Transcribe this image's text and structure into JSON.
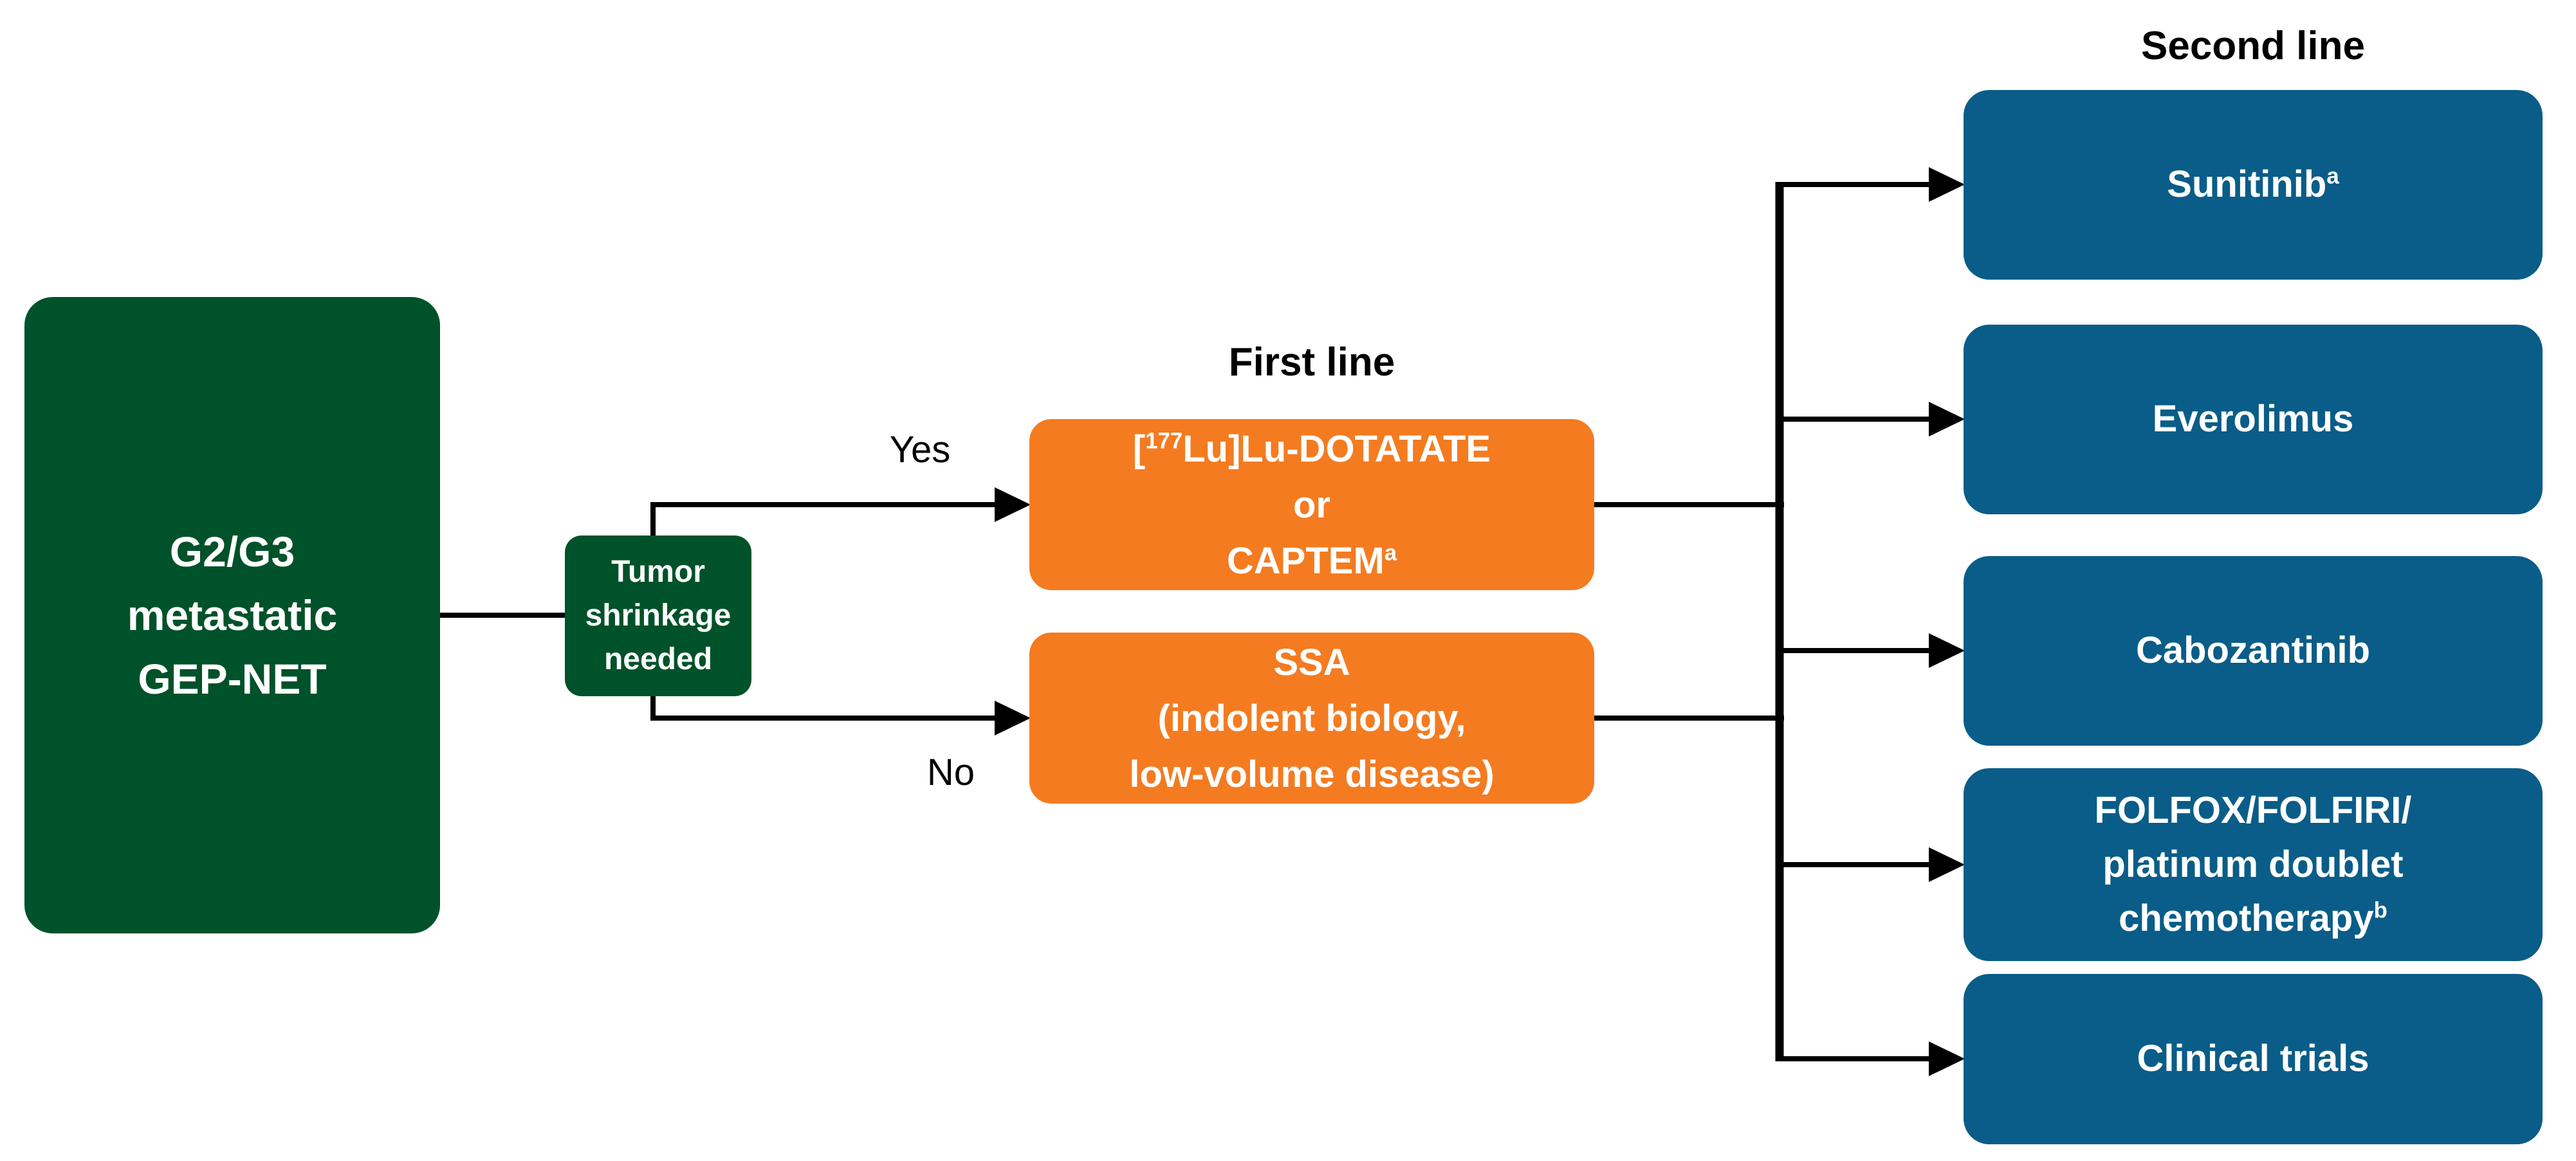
{
  "figure": {
    "root_box": {
      "lines": [
        "G2/G3",
        "metastatic",
        "GEP-NET"
      ]
    },
    "decision_box": {
      "lines": [
        "Tumor",
        "shrinkage",
        "needed"
      ]
    },
    "branch_labels": {
      "yes": "Yes",
      "no": "No"
    },
    "first_line": {
      "heading": "First line",
      "option1": {
        "line1_prefix": "[",
        "line1_sup": "177",
        "line1_rest": "Lu]Lu-DOTATATE",
        "line2": "or",
        "line3_main": "CAPTEM",
        "line3_sup": "a"
      },
      "option2": {
        "lines": [
          "SSA",
          "(indolent biology,",
          "low-volume disease)"
        ]
      }
    },
    "second_line": {
      "heading": "Second line",
      "boxes": [
        {
          "label": "Sunitinib",
          "sup": "a"
        },
        {
          "label": "Everolimus"
        },
        {
          "label": "Cabozantinib"
        },
        {
          "line1": "FOLFOX/FOLFIRI/",
          "line2": "platinum doublet",
          "line3_main": "chemotherapy",
          "line3_sup": "b"
        },
        {
          "label": "Clinical trials"
        }
      ]
    },
    "colors": {
      "dark_green": "#00522A",
      "orange": "#F47B20",
      "blue": "#0A5D88",
      "connector_black": "#000000",
      "text_white": "#FFFFFF"
    }
  }
}
